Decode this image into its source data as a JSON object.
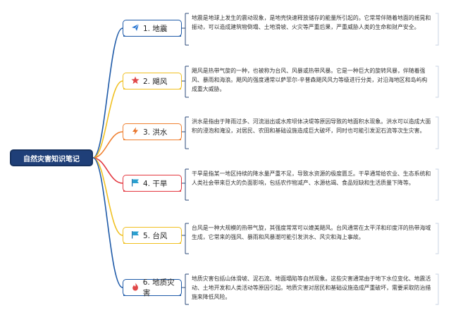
{
  "root": {
    "title": "自然灾害知识笔记"
  },
  "branches": [
    {
      "label": "1. 地震",
      "color": "#1e5aa8",
      "icon": "paper-plane-icon",
      "note": "地震是地球上发生的震动现象，是地壳快速释放储存的能量所引起的。它常常伴随着地面的摇晃和振动，可以造成建筑物倒塌、土地滑坡、火灾等严重后果，严重威胁人类的生命和财产安全。"
    },
    {
      "label": "2. 飓风",
      "color": "#f0c020",
      "icon": "star-icon",
      "note": "飓风是热带气旋的一种，也被称为台风、风暴或热带风暴。它是一种巨大的旋转风暴，伴随着强风、暴雨和海浪。飓风的强度通常以萨菲尔-辛普森飓风风力等级进行分类，对沿海地区和岛屿构成重大威胁。"
    },
    {
      "label": "3. 洪水",
      "color": "#f08030",
      "icon": "lightning-icon",
      "note": "洪水是指由于降雨过多、河流溢出或水库坝体决堤等原因导致的地面积水现象。洪水可以造成大面积的浸泡和淹没，对居民、农田和基础设施造成巨大破坏，同时也可能引发泥石流等次生灾害。"
    },
    {
      "label": "4. 干旱",
      "color": "#e3373f",
      "icon": "flag-icon",
      "note": "干旱是指某一地区持续的降水量严重不足，导致水资源的极度匮乏。干旱通常给农业、生态系统和人类社会带来巨大的负面影响，包括农作物减产、水源枯竭、食品短缺和生活质量下降等。"
    },
    {
      "label": "5. 台风",
      "color": "#f0c020",
      "icon": "flag-icon",
      "note": "台风是一种大规模的热带气旋，其强度常常可以媲美飓风。台风通常在太平洋和印度洋的热带海域生成，它常来的强风、暴雨和风暴潮可能引发洪水、风灾和海上事故。"
    },
    {
      "label": "6. 地质灾害",
      "color": "#1e5aa8",
      "icon": "fire-icon",
      "note": "地质灾害包括山体滑坡、泥石流、地面塌陷等自然现象。这些灾害通常由于地下水位变化、地震活动、土地开发和人类活动等原因引起。地质灾害对居民和基础设施造成严重破坏，需要采取防治措施来降低风险。"
    }
  ],
  "colors": {
    "root_bg": "#1f3f78",
    "icon_blue": "#1e6fd0",
    "icon_red": "#e04848",
    "icon_orange": "#e8742a",
    "icon_teal": "#2aa0d0"
  }
}
